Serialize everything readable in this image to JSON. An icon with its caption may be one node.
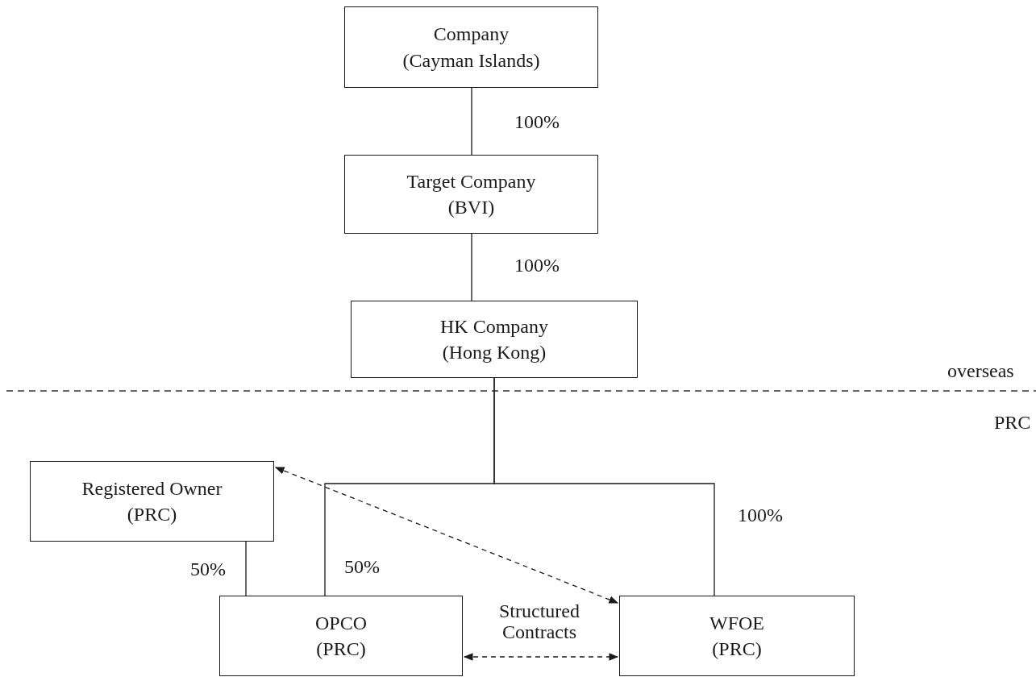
{
  "diagram": {
    "nodes": [
      {
        "text": [
          "Company",
          "(Cayman Islands)"
        ]
      },
      {
        "text": [
          "Target Company",
          "(BVI)"
        ]
      },
      {
        "text": [
          "HK Company",
          "(Hong Kong)"
        ]
      },
      {
        "text": [
          "Registered Owner",
          "(PRC)"
        ]
      },
      {
        "text": [
          "OPCO",
          "(PRC)"
        ]
      },
      {
        "text": [
          "WFOE",
          "(PRC)"
        ]
      }
    ],
    "edges": [
      {
        "from": 0,
        "to": 1,
        "arrow": "none",
        "label": "100%"
      },
      {
        "from": 1,
        "to": 2,
        "arrow": "none",
        "label": "100%"
      },
      {
        "from": 2,
        "to": 4,
        "arrow": "none",
        "label": "50%"
      },
      {
        "from": 2,
        "to": 5,
        "arrow": "none",
        "label": "100%"
      },
      {
        "from": 3,
        "to": 4,
        "arrow": "none",
        "label": "50%"
      },
      {
        "from": 3,
        "to": 5,
        "arrow": "both",
        "style": "dashed"
      },
      {
        "from": 4,
        "to": 5,
        "arrow": "both",
        "style": "dashed",
        "label": "Structured Contracts"
      }
    ],
    "labels": [
      "overseas",
      "PRC"
    ]
  }
}
